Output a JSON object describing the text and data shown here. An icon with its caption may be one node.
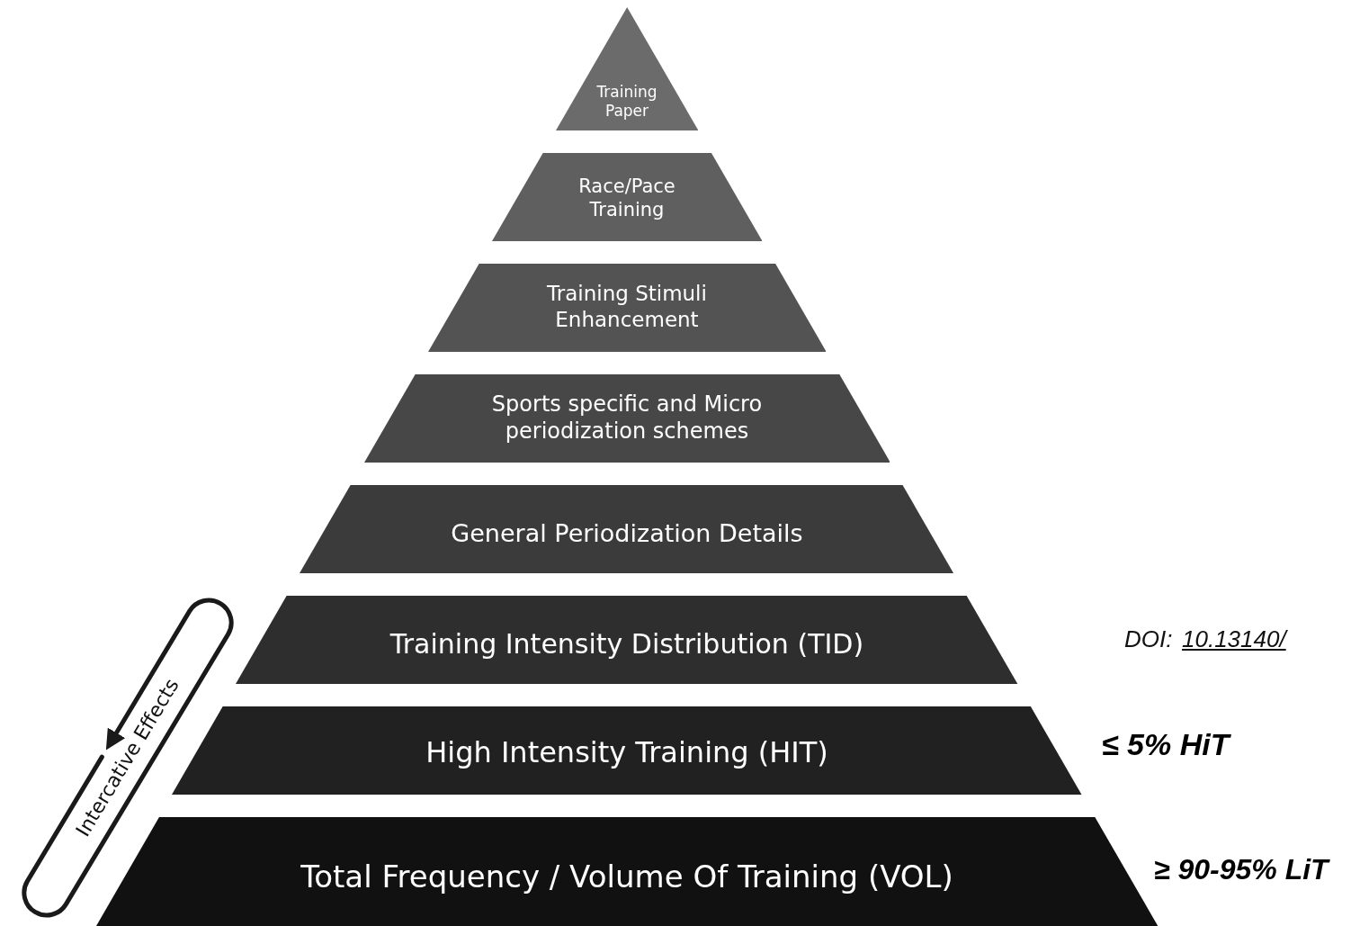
{
  "diagram": {
    "nodes": [
      {
        "text": [
          "Training Paper"
        ]
      },
      {
        "text": [
          "Race/Pace Training"
        ]
      },
      {
        "text": [
          "Training Stimuli Enhancement"
        ]
      },
      {
        "text": [
          "Sports specific and Micro periodization schemes"
        ]
      },
      {
        "text": [
          "General Periodization Details"
        ]
      },
      {
        "text": [
          "Training Intensity Distribution (TID)"
        ]
      },
      {
        "text": [
          "High Intensity Training (HIT)"
        ],
        "beside": [
          "≤ 5% HiT"
        ]
      },
      {
        "text": [
          "Total Frequency / Volume Of Training (VOL)"
        ],
        "beside": [
          "≥ 90-95% LiT"
        ]
      }
    ],
    "edges": [],
    "labels": [
      "Intercative Effects",
      "DOI:",
      "10.13140/"
    ]
  }
}
